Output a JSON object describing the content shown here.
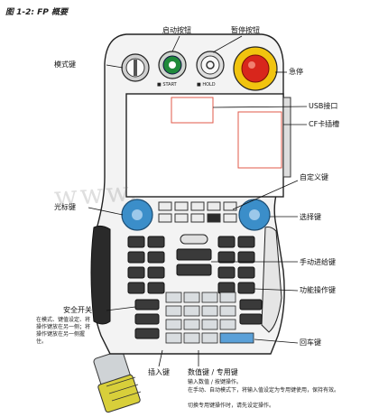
{
  "title": "图 1-2: FP 概要",
  "labels": {
    "start": "启动按钮",
    "hold": "暂停按钮",
    "estop": "急停",
    "mode": "模式键",
    "usb": "USB接口",
    "cf": "CF卡插槽",
    "menu": "自定义键",
    "cursor": "光标键",
    "select": "选择键",
    "jog": "手动进给键",
    "function": "功能操作键",
    "safety": "安全开关",
    "enter": "回车键",
    "input": "插入键",
    "numeric": "数值键 / 专用键"
  },
  "notes": {
    "left": "在模式、键值设定、将操作键放在另一侧；将操作键放在另一侧握住。",
    "bottom_1": "输入数值 / 按键操作。",
    "bottom_2": "在手动、自动模式下，将输入值设定为专用键使用，保持有效。",
    "bottom_3": "切换专用键操作时，请先设定操作。"
  },
  "badges": {
    "start_caption": "■ START",
    "hold_caption": "■ HOLD"
  },
  "watermark": "www.",
  "colors": {
    "start": "#1f8a3a",
    "estop": "#d8261c",
    "estop_ring": "#f1c40f",
    "cursor_blue": "#3b8ec9",
    "cable": "#d8cf3a"
  }
}
